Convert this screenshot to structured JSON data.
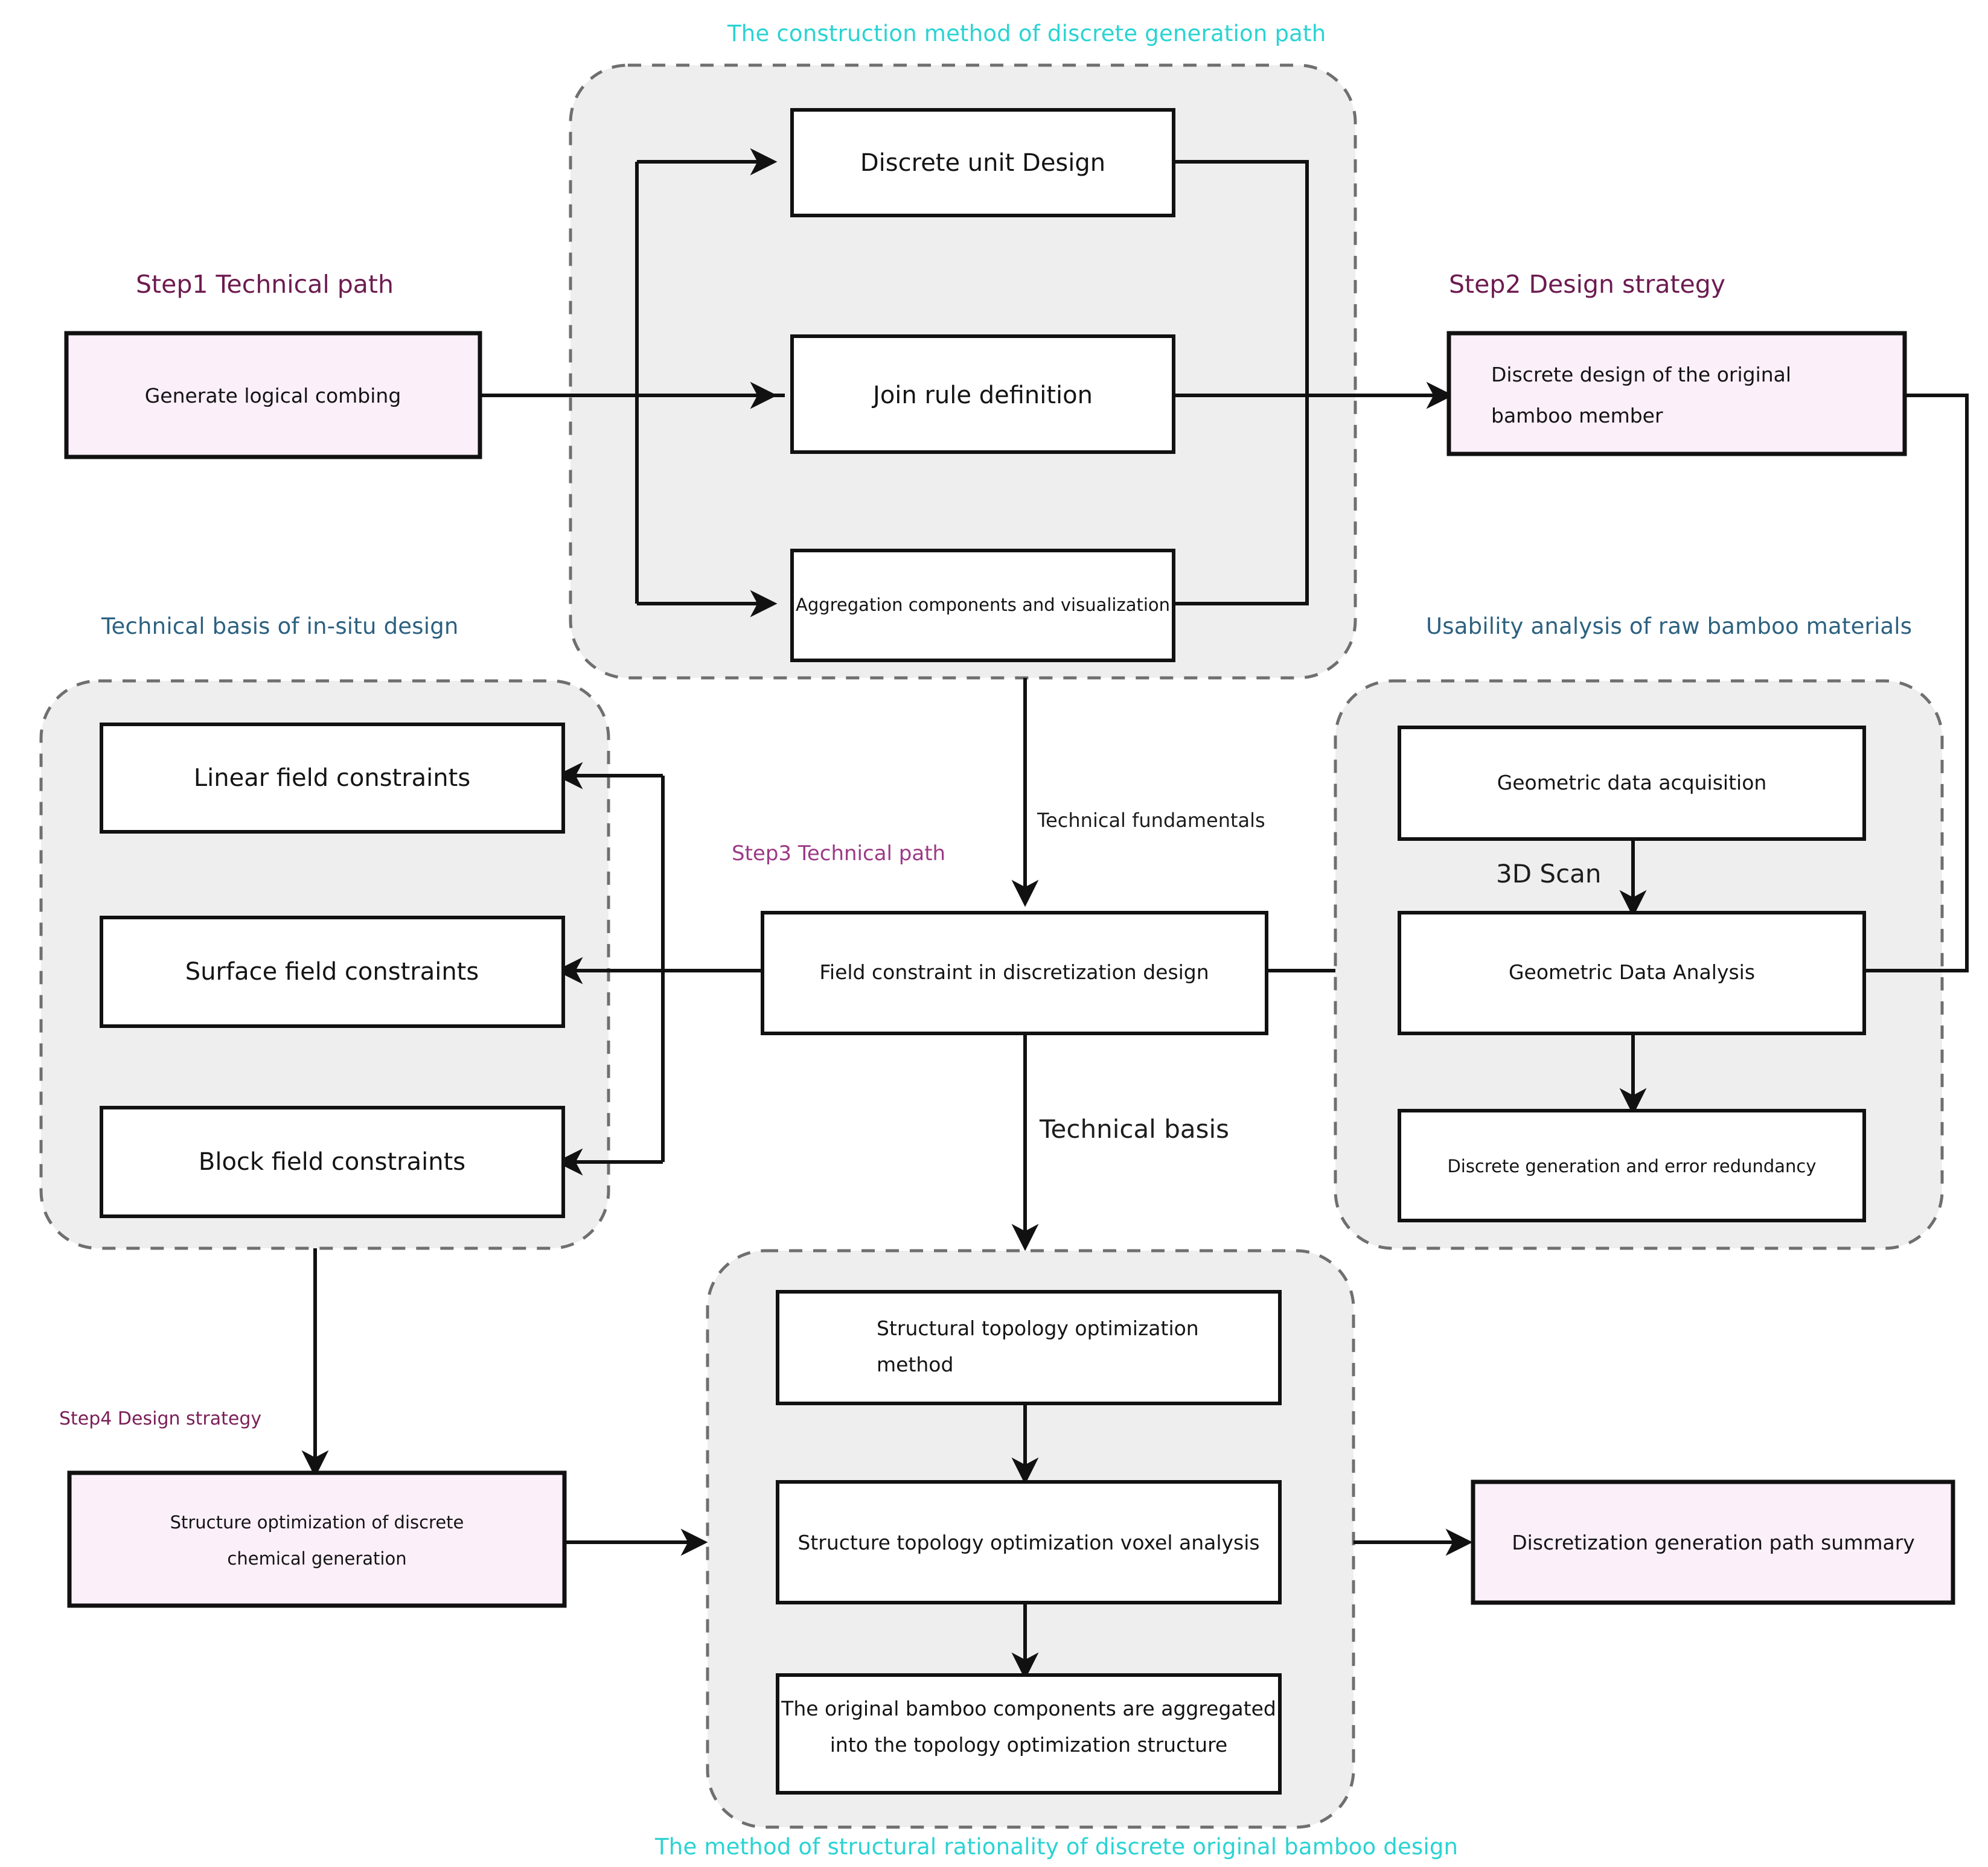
{
  "diagram": {
    "title_hidden": "",
    "colors": {
      "cyan_label": "#2ad3d3",
      "blue_label": "#2c6180",
      "purple_step": "#6d1b50",
      "pink_fill": "#fbeffa",
      "group_fill": "#eeeeee",
      "stroke": "#111111"
    },
    "group_labels": {
      "top": "The construction method of discrete generation path",
      "left": "Technical basis of in-situ design",
      "right": "Usability analysis of raw bamboo materials",
      "bottom": "The method of structural rationality of discrete original bamboo design"
    },
    "step_labels": {
      "step1": "Step1 Technical path",
      "step2": "Step2 Design strategy",
      "step3": "Step3 Technical path",
      "step4": "Step4 Design strategy"
    },
    "edge_labels": {
      "technical_fundamentals": "Technical fundamentals",
      "technical_basis": "Technical basis",
      "three_d_scan": "3D Scan"
    },
    "nodes": {
      "generate_logical_combing": "Generate logical combing",
      "discrete_unit_design": "Discrete unit Design",
      "join_rule_definition": "Join rule definition",
      "aggregation_components": "Aggregation components and visualization",
      "discrete_design_line1": "Discrete design of the original",
      "discrete_design_line2": "bamboo member",
      "linear_field_constraints": "Linear field constraints",
      "surface_field_constraints": "Surface field constraints",
      "block_field_constraints": "Block field constraints",
      "field_constraint": "Field constraint in discretization design",
      "geometric_data_acquisition": "Geometric data acquisition",
      "geometric_data_analysis": "Geometric Data Analysis",
      "discrete_generation_error": "Discrete generation and error redundancy",
      "structure_opt_line1": "Structure optimization of discrete",
      "structure_opt_line2": "chemical generation",
      "structural_topology_line1": "Structural topology optimization",
      "structural_topology_line2": "method",
      "structure_voxel": "Structure topology optimization voxel analysis",
      "original_bamboo_line1": "The original bamboo components are aggregated",
      "original_bamboo_line2": "into the topology optimization structure",
      "discretization_summary": "Discretization generation path summary"
    }
  }
}
